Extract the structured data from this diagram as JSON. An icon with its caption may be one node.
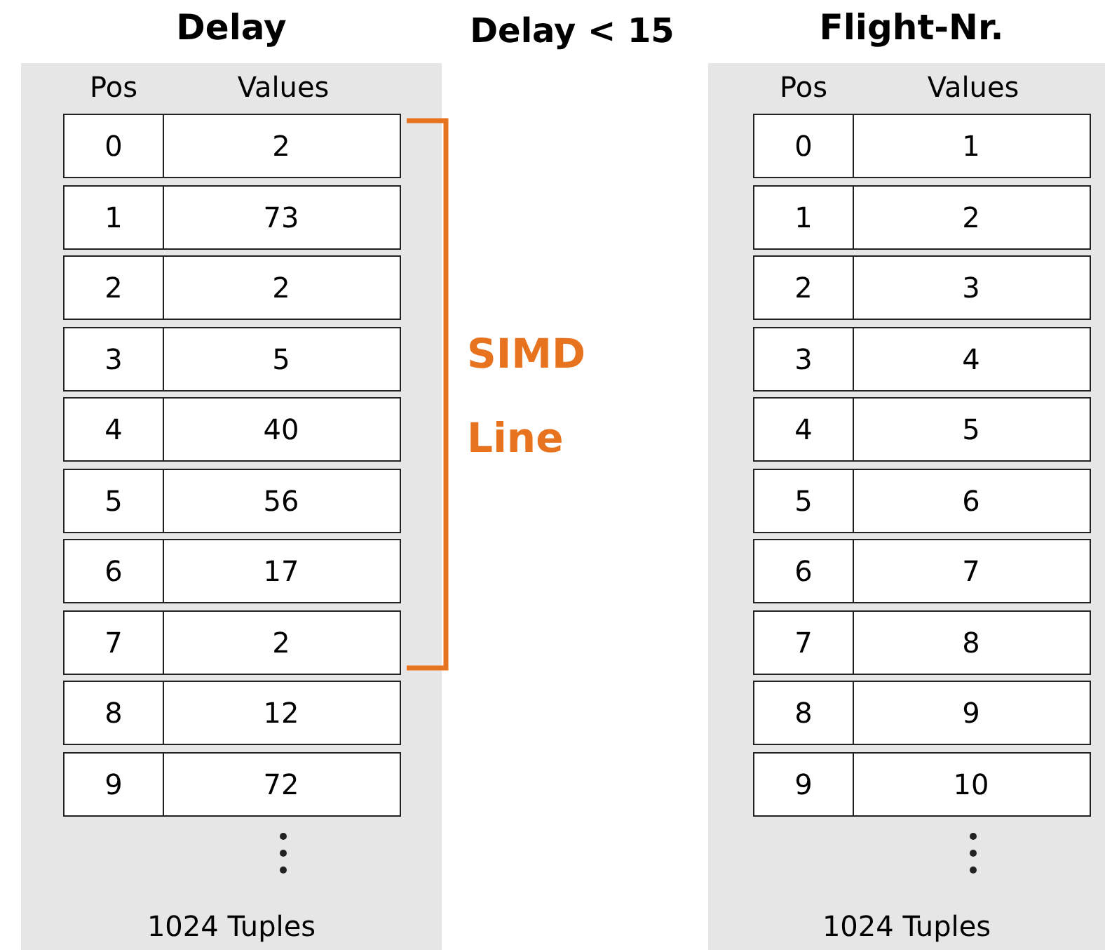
{
  "diagram": {
    "nodes": [
      {
        "text": [
          "Delay",
          "Pos",
          "Values",
          "1024 Tuples"
        ]
      },
      {
        "text": [
          "0",
          "2"
        ],
        "in": 0
      },
      {
        "text": [
          "1",
          "73"
        ],
        "in": 0
      },
      {
        "text": [
          "2",
          "2"
        ],
        "in": 0
      },
      {
        "text": [
          "3",
          "5"
        ],
        "in": 0
      },
      {
        "text": [
          "4",
          "40"
        ],
        "in": 0
      },
      {
        "text": [
          "5",
          "56"
        ],
        "in": 0
      },
      {
        "text": [
          "6",
          "17"
        ],
        "in": 0
      },
      {
        "text": [
          "7",
          "2"
        ],
        "in": 0
      },
      {
        "text": [
          "8",
          "12"
        ],
        "in": 0
      },
      {
        "text": [
          "9",
          "72"
        ],
        "in": 0
      },
      {
        "text": [
          "Flight-Nr.",
          "Pos",
          "Values",
          "1024 Tuples"
        ]
      },
      {
        "text": [
          "0",
          "1"
        ],
        "in": 11
      },
      {
        "text": [
          "1",
          "2"
        ],
        "in": 11
      },
      {
        "text": [
          "2",
          "3"
        ],
        "in": 11
      },
      {
        "text": [
          "3",
          "4"
        ],
        "in": 11
      },
      {
        "text": [
          "4",
          "5"
        ],
        "in": 11
      },
      {
        "text": [
          "5",
          "6"
        ],
        "in": 11
      },
      {
        "text": [
          "6",
          "7"
        ],
        "in": 11
      },
      {
        "text": [
          "7",
          "8"
        ],
        "in": 11
      },
      {
        "text": [
          "8",
          "9"
        ],
        "in": 11
      },
      {
        "text": [
          "9",
          "10"
        ],
        "in": 11
      }
    ],
    "labels": [
      "Delay < 15",
      "SIMD Line"
    ]
  }
}
